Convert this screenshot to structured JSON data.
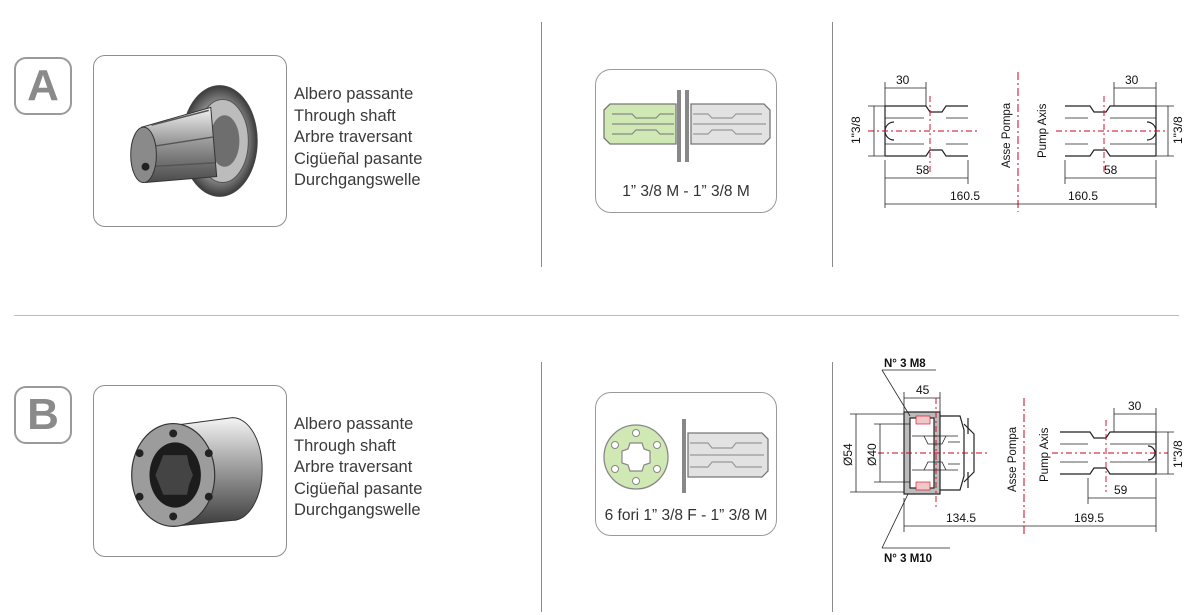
{
  "section_a": {
    "letter": "A",
    "names": [
      "Albero passante",
      "Through shaft",
      "Arbre traversant",
      "Cigüeñal pasante",
      "Durchgangswelle"
    ],
    "connection_label": "1” 3/8 M - 1” 3/8 M",
    "drawing": {
      "left_dim_top": "30",
      "right_dim_top": "30",
      "left_dia": "1\"3/8",
      "right_dia": "1\"3/8",
      "left_inner": "58",
      "right_inner": "58",
      "left_total": "160.5",
      "right_total": "160.5",
      "axis_it": "Asse Pompa",
      "axis_en": "Pump Axis"
    }
  },
  "section_b": {
    "letter": "B",
    "names": [
      "Albero passante",
      "Through shaft",
      "Arbre traversant",
      "Cigüeñal pasante",
      "Durchgangswelle"
    ],
    "connection_label": "6 fori 1” 3/8 F - 1” 3/8 M",
    "drawing": {
      "bolt_top": "N° 3 M8",
      "bolt_bottom": "N° 3 M10",
      "dim_45": "45",
      "dia_54": "Ø54",
      "dia_40": "Ø40",
      "right_dim_top": "30",
      "right_dia": "1\"3/8",
      "right_inner": "59",
      "left_total": "134.5",
      "right_total": "169.5",
      "axis_it": "Asse Pompa",
      "axis_en": "Pump Axis"
    }
  },
  "colors": {
    "spline_green": "#cfe8b4",
    "shaft_grey": "#e2e2e2",
    "axis_red": "#d0021b",
    "line_dark": "#222222"
  }
}
